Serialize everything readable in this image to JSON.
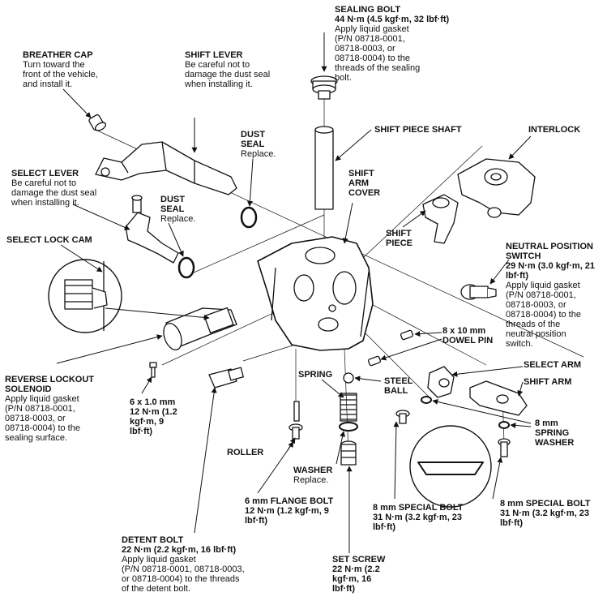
{
  "labels": {
    "sealing_bolt": {
      "title": "SEALING BOLT",
      "spec": "44 N·m (4.5 kgf·m, 32 lbf·ft)",
      "note": [
        "Apply liquid gasket",
        "(P/N 08718-0001,",
        "08718-0003, or",
        "08718-0004) to the",
        "threads of the sealing",
        "bolt."
      ]
    },
    "breather_cap": {
      "title": "BREATHER CAP",
      "note": [
        "Turn toward the",
        "front of the vehicle,",
        "and install it."
      ]
    },
    "shift_lever": {
      "title": "SHIFT LEVER",
      "note": [
        "Be careful not to",
        "damage the dust seal",
        "when installing it."
      ]
    },
    "dust_seal_upper": {
      "title": "DUST SEAL",
      "note": [
        "Replace."
      ]
    },
    "shift_piece_shaft": {
      "title": "SHIFT PIECE SHAFT"
    },
    "interlock": {
      "title": "INTERLOCK"
    },
    "select_lever": {
      "title": "SELECT LEVER",
      "note": [
        "Be careful not to",
        "damage the dust seal",
        "when installing it."
      ]
    },
    "dust_seal_lower": {
      "title": "DUST SEAL",
      "note": [
        "Replace."
      ]
    },
    "shift_arm_cover": {
      "title": "SHIFT ARM COVER"
    },
    "select_lock_cam": {
      "title": "SELECT LOCK CAM"
    },
    "shift_piece": {
      "title": "SHIFT PIECE"
    },
    "neutral_position_switch": {
      "title": "NEUTRAL POSITION SWITCH",
      "spec": "29 N·m (3.0 kgf·m, 21 lbf·ft)",
      "note": [
        "Apply liquid gasket",
        "(P/N 08718-0001,",
        "08718-0003, or",
        "08718-0004) to the",
        "threads of the",
        "neutral position",
        "switch."
      ]
    },
    "dowel_pin": {
      "title": "8 x 10 mm DOWEL PIN"
    },
    "select_arm": {
      "title": "SELECT ARM"
    },
    "spring": {
      "title": "SPRING"
    },
    "steel_ball": {
      "title": "STEEL BALL"
    },
    "shift_arm": {
      "title": "SHIFT ARM"
    },
    "reverse_lockout_solenoid": {
      "title": "REVERSE LOCKOUT SOLENOID",
      "note": [
        "Apply liquid gasket",
        "(P/N 08718-0001,",
        "08718-0003, or",
        "08718-0004) to the",
        "sealing surface."
      ]
    },
    "bolt_6x1": {
      "title": "6 x 1.0 mm",
      "spec": "12 N·m (1.2 kgf·m, 9 lbf·ft)"
    },
    "spring_washer": {
      "title": "8 mm SPRING WASHER"
    },
    "roller": {
      "title": "ROLLER"
    },
    "washer": {
      "title": "WASHER",
      "note": [
        "Replace."
      ]
    },
    "flange_bolt": {
      "title": "6 mm FLANGE BOLT",
      "spec": "12 N·m (1.2 kgf·m, 9 lbf·ft)"
    },
    "special_bolt_center": {
      "title": "8 mm SPECIAL BOLT",
      "spec": "31 N·m (3.2 kgf·m, 23 lbf·ft)"
    },
    "special_bolt_right": {
      "title": "8 mm SPECIAL BOLT",
      "spec": "31 N·m (3.2 kgf·m, 23 lbf·ft)"
    },
    "detent_bolt": {
      "title": "DETENT BOLT",
      "spec": "22 N·m (2.2 kgf·m, 16 lbf·ft)",
      "note": [
        "Apply liquid gasket",
        "(P/N 08718-0001, 08718-0003,",
        "or 08718-0004) to the threads",
        "of the detent bolt."
      ]
    },
    "set_screw": {
      "title": "SET SCREW",
      "spec": "22 N·m (2.2 kgf·m, 16 lbf·ft)"
    }
  }
}
